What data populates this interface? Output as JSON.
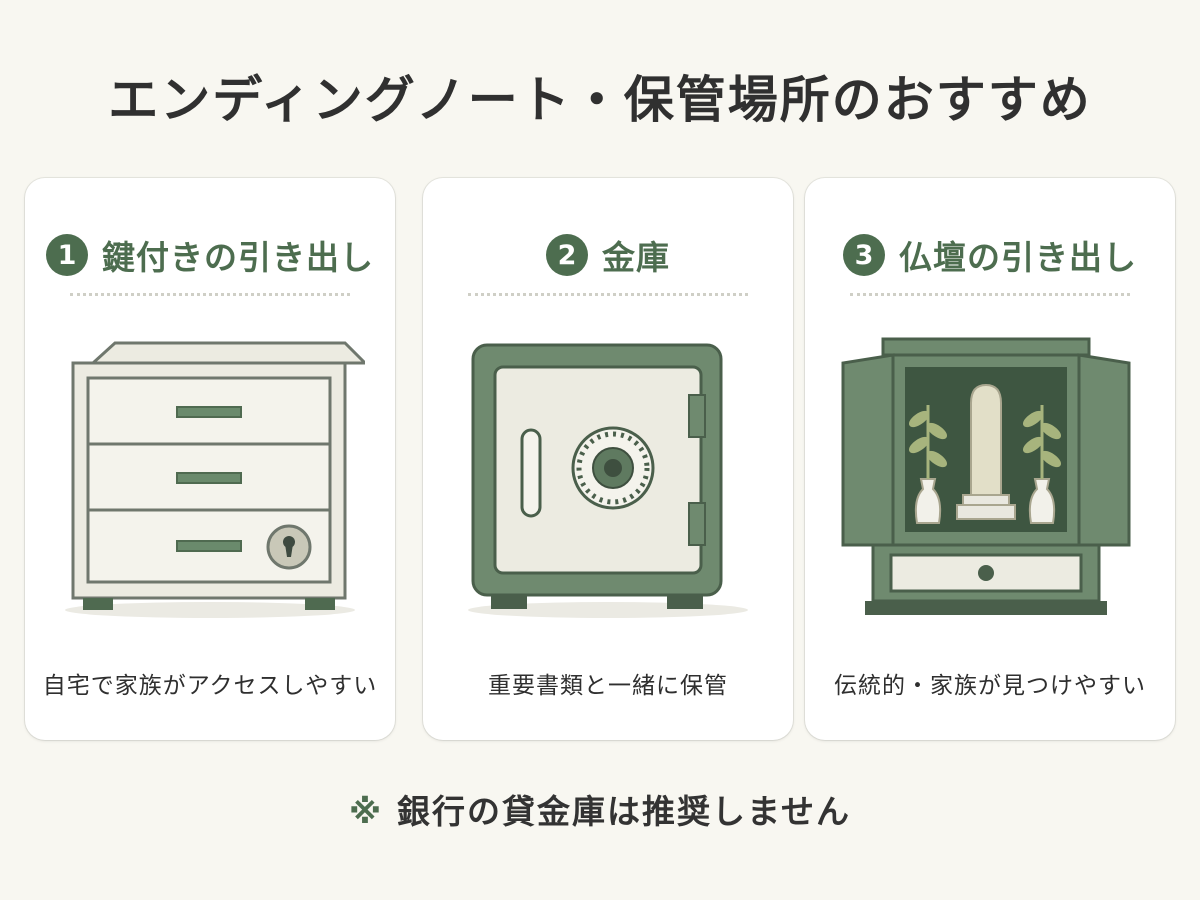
{
  "title": "エンディングノート・保管場所のおすすめ",
  "cards": [
    {
      "number": "1",
      "title": "鍵付きの引き出し",
      "caption": "自宅で家族がアクセスしやすい"
    },
    {
      "number": "2",
      "title": "金庫",
      "caption": "重要書類と一緒に保管"
    },
    {
      "number": "3",
      "title": "仏壇の引き出し",
      "caption": "伝統的・家族が見つけやすい"
    }
  ],
  "footer": {
    "mark": "※",
    "text": "銀行の貸金庫は推奨しません"
  },
  "colors": {
    "accent": "#4d6d4f",
    "background": "#f8f7f1",
    "card": "#ffffff",
    "light_fill": "#ecebe1"
  }
}
